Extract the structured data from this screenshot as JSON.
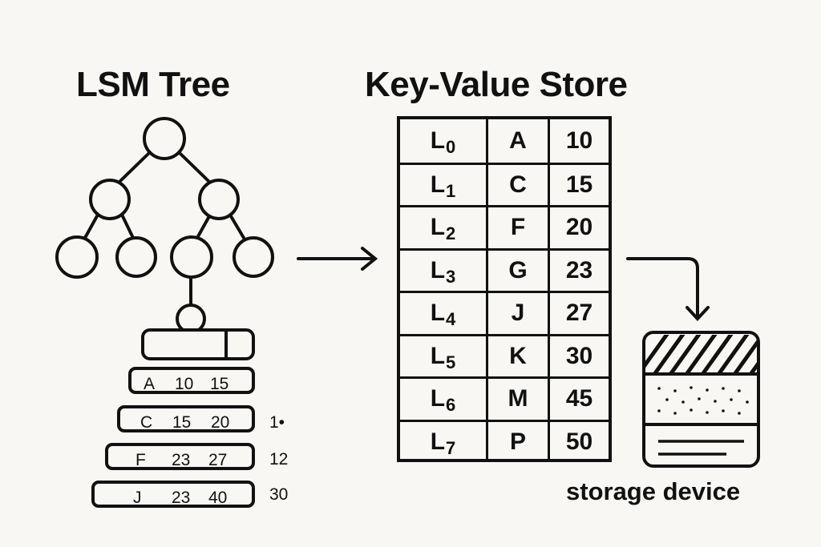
{
  "lsm": {
    "title": "LSM Tree",
    "slabs": [
      {
        "key": "A",
        "v1": "10",
        "v2": "15",
        "side": ""
      },
      {
        "key": "C",
        "v1": "15",
        "v2": "20",
        "side": "1•"
      },
      {
        "key": "F",
        "v1": "23",
        "v2": "27",
        "side": "12"
      },
      {
        "key": "J",
        "v1": "23",
        "v2": "40",
        "side": "30"
      }
    ]
  },
  "kv": {
    "title": "Key-Value Store",
    "rows": [
      {
        "level": "L",
        "sub": "0",
        "key": "A",
        "value": "10"
      },
      {
        "level": "L",
        "sub": "1",
        "key": "C",
        "value": "15"
      },
      {
        "level": "L",
        "sub": "2",
        "key": "F",
        "value": "20"
      },
      {
        "level": "L",
        "sub": "3",
        "key": "G",
        "value": "23"
      },
      {
        "level": "L",
        "sub": "4",
        "key": "J",
        "value": "27"
      },
      {
        "level": "L",
        "sub": "5",
        "key": "K",
        "value": "30"
      },
      {
        "level": "L",
        "sub": "6",
        "key": "M",
        "value": "45"
      },
      {
        "level": "L",
        "sub": "7",
        "key": "P",
        "value": "50"
      }
    ]
  },
  "storage": {
    "label": "storage device",
    "icon": "storage-device-icon"
  },
  "colors": {
    "background": "#f8f7f3",
    "ink": "#111111"
  }
}
